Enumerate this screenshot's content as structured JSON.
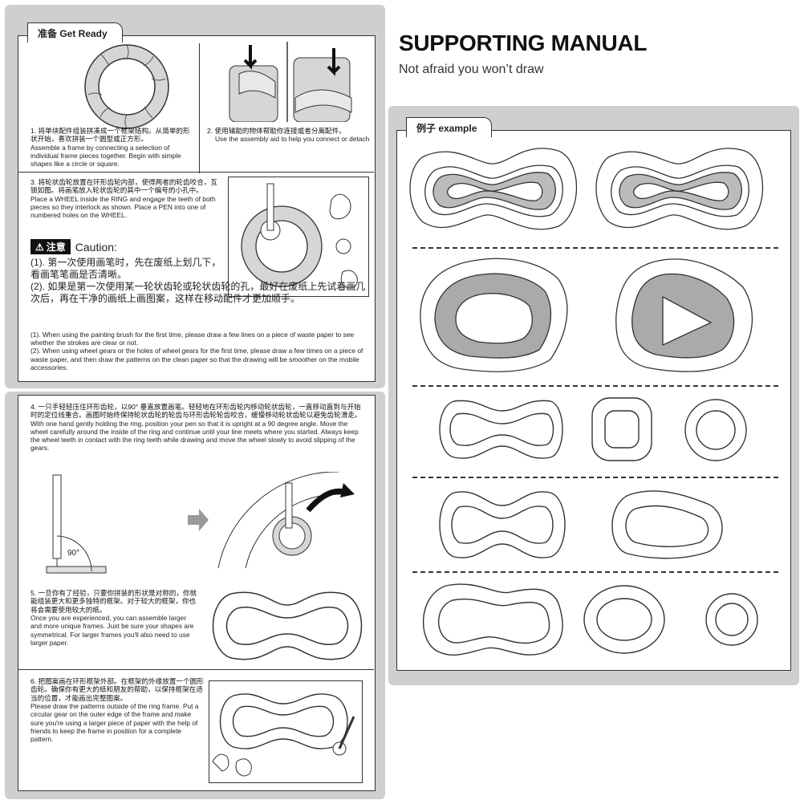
{
  "header": {
    "title": "SUPPORTING MANUAL",
    "subtitle": "Not afraid you won’t draw"
  },
  "get_ready": {
    "tab": "准备 Get Ready",
    "step1_cn": "1. 将单块配件组装拼凑成一个框架结构。从简单的形状开始，喜欢拼装一个圆型或正方形。",
    "step1_en": "Assemble a frame by connecting a selection of individual frame pieces together. Begin with simple shapes like a circle or square.",
    "step2_cn": "2. 使用辅助的物体帮助你连接或者分离配件。",
    "step2_en": "Use the assembly aid to help you connect or detach",
    "step3_cn": "3. 将轮状齿轮放置在环形齿轮内部，使得两者的轮齿咬合，互锁如图。将画笔放入轮状齿轮的其中一个编号的小孔中。",
    "step3_en": "Place a WHEEL inside the RING and engage the teeth of both pieces so they interlock as shown. Place a PEN into one of numbered holes on the WHEEL.",
    "caution_badge": "注意",
    "caution_label": "Caution:",
    "caution1_cn": "(1). 第一次使用画笔时，先在废纸上划几下，看画笔笔画是否清晰。",
    "caution2_cn": "(2). 如果是第一次使用某一轮状齿轮或轮状齿轮的孔，最好在废纸上先试着画几次后，再在干净的画纸上画图案，这样在移动配件才更加顺手。",
    "caution1_en": "(1). When using the painting brush for the first time, please draw a few lines on a piece of waste paper to see whether the strokes are clear or not.",
    "caution2_en": "(2). When using wheel gears or the holes of wheel gears for the first time, please draw a few times on a piece of waste paper, and then draw the patterns on the clean paper so that the drawing will be smoother on the mobile accessories."
  },
  "steps": {
    "step4_cn": "4. 一只手轻轻压住环形齿轮，以90° 垂直放置画笔。轻轻地在环形齿轮内移动轮状齿轮，一直移动直到与开始时的定位线重合。画图时始终保持轮状齿轮的轮齿与环形齿轮轮齿咬合，缓慢移动轮状齿轮以避免齿轮滑走。",
    "step4_en": "With one hand gently holding the ring, position your pen so that it is upright at a 90 degree angle. Move the wheel carefully around the inside of the ring and continue until your line meets where you started. Always keep the wheel teeth in contact with the ring teeth while drawing and move the wheel slowly to avoid slipping of the gears.",
    "angle_label": "90°",
    "step5_cn": "5. 一旦你有了经验，只要你拼装的形状是对称的，你就能组装更大和更多独特的框架。对于较大的框架，你也将会需要使用较大的纸。",
    "step5_en": "Once you are experienced, you can assemble larger and more unique frames. Just be sure your shapes are symmetrical. For larger frames you'll also need to use larger paper.",
    "step6_cn": "6. 把图案画在环形框架外部。在框架的外缘放置一个圆形齿轮。确保你有更大的纸和朋友的帮助，以保持框架在适当的位置，才能画出完整图案。",
    "step6_en": "Please draw the patterns outside of the ring frame. Put a circular gear on the outer edge of the frame and make sure you're using a larger piece of paper with the help of friends to keep the frame in position for a complete pattern."
  },
  "example": {
    "tab": "例子 example"
  },
  "colors": {
    "panel": "#cfcfcf",
    "frame_fill": "#d6d6d6",
    "line": "#333333"
  }
}
